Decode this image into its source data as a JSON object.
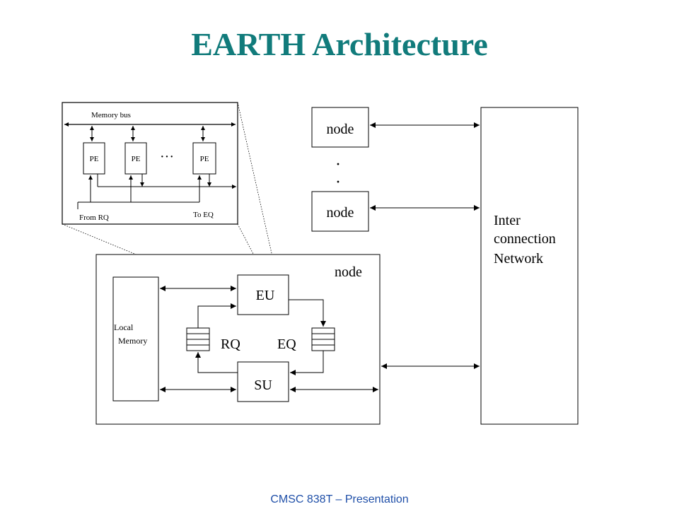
{
  "title": "EARTH Architecture",
  "footer": "CMSC 838T – Presentation",
  "colors": {
    "title": "#117b7b",
    "footer": "#1f4fa8",
    "line": "#000000"
  },
  "inset": {
    "memory_bus": "Memory bus",
    "pe_labels": [
      "PE",
      "PE",
      "PE"
    ],
    "ellipsis": "···",
    "from_rq": "From RQ",
    "to_eq": "To EQ"
  },
  "nodes": {
    "top": "node",
    "middle": "node",
    "ellipsis_dots": [
      "·",
      "·"
    ]
  },
  "node_detail": {
    "label": "node",
    "local_memory": [
      "Local",
      "Memory"
    ],
    "eu": "EU",
    "su": "SU",
    "rq": "RQ",
    "eq": "EQ"
  },
  "network": {
    "lines": [
      "Inter",
      "connection",
      "Network"
    ]
  }
}
